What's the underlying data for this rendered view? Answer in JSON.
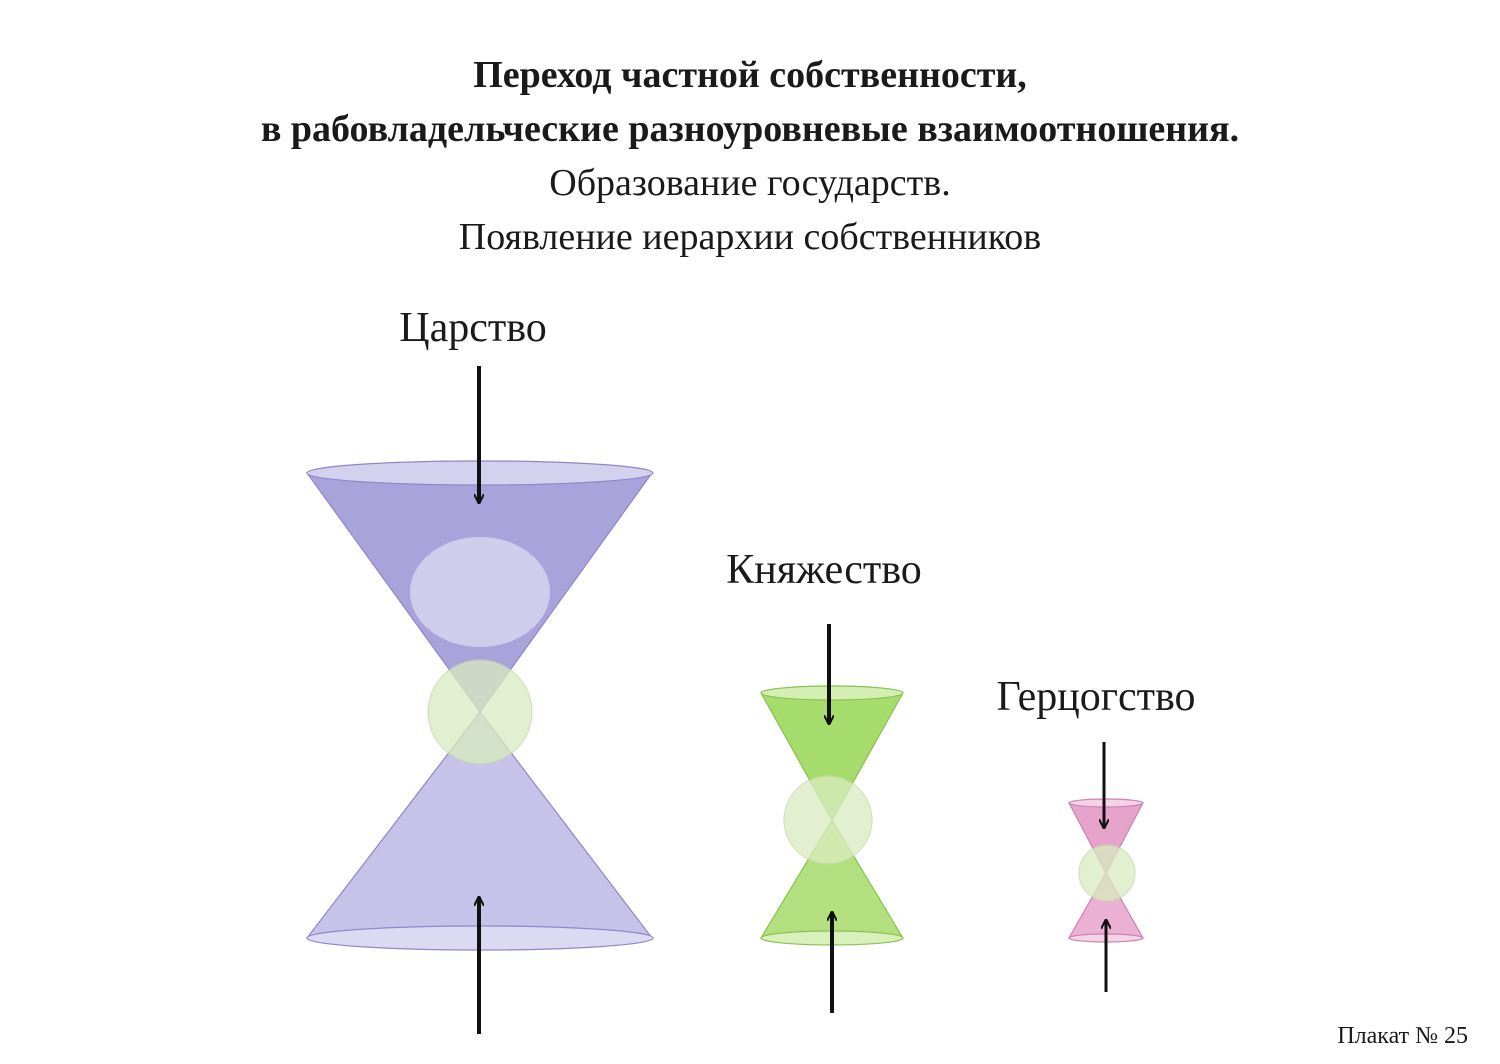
{
  "title": {
    "line1": "Переход частной собственности,",
    "line2": "в рабовладельческие разноуровневые взаимоотношения.",
    "line3": "Образование государств.",
    "line4": "Появление иерархии собственников"
  },
  "states": [
    {
      "label": "Царство",
      "color": "#a9a3dc"
    },
    {
      "label": "Княжество",
      "color": "#a6dc6c"
    },
    {
      "label": "Герцогство",
      "color": "#e6a3cc"
    }
  ],
  "core_color": "#d9ecbf",
  "poster_number": "Плакат № 25"
}
